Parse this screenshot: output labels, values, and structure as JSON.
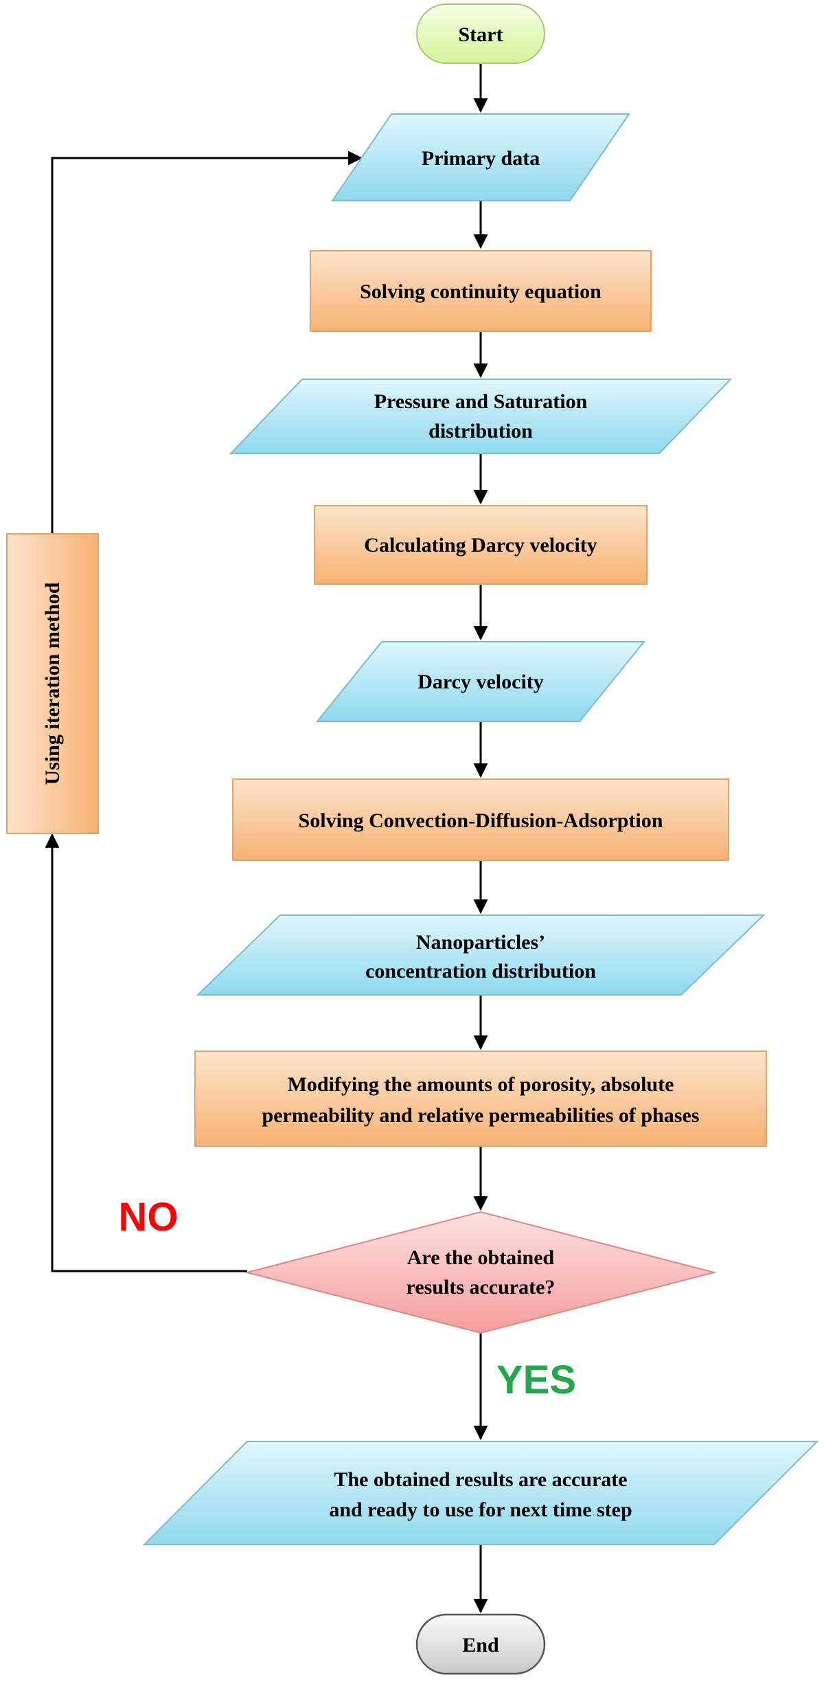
{
  "nodes": {
    "start": "Start",
    "primary_data": "Primary data",
    "solving_continuity": "Solving continuity equation",
    "pressure_saturation_line1": "Pressure and Saturation",
    "pressure_saturation_line2": "distribution",
    "calculating_darcy": "Calculating Darcy velocity",
    "darcy_velocity": "Darcy velocity",
    "solving_cda": "Solving Convection-Diffusion-Adsorption",
    "nano_line1": "Nanoparticles’",
    "nano_line2": "concentration distribution",
    "modifying_line1": "Modifying the amounts of porosity, absolute",
    "modifying_line2": "permeability and relative permeabilities of phases",
    "decision_line1": "Are the obtained",
    "decision_line2": "results accurate?",
    "result_line1": "The obtained results are accurate",
    "result_line2": "and ready to use for next time step",
    "end": "End",
    "iteration": "Using iteration method"
  },
  "labels": {
    "no": "NO",
    "yes": "YES"
  },
  "colors": {
    "terminal_start_fill": "#e9fbc4",
    "terminal_end_fill": "#e6e6e6",
    "io_fill": "#b4e8f6",
    "process_fill": "#fbcd9f",
    "decision_fill": "#f9b9b8",
    "no_color": "#ff0000",
    "yes_color": "#22a84b"
  }
}
